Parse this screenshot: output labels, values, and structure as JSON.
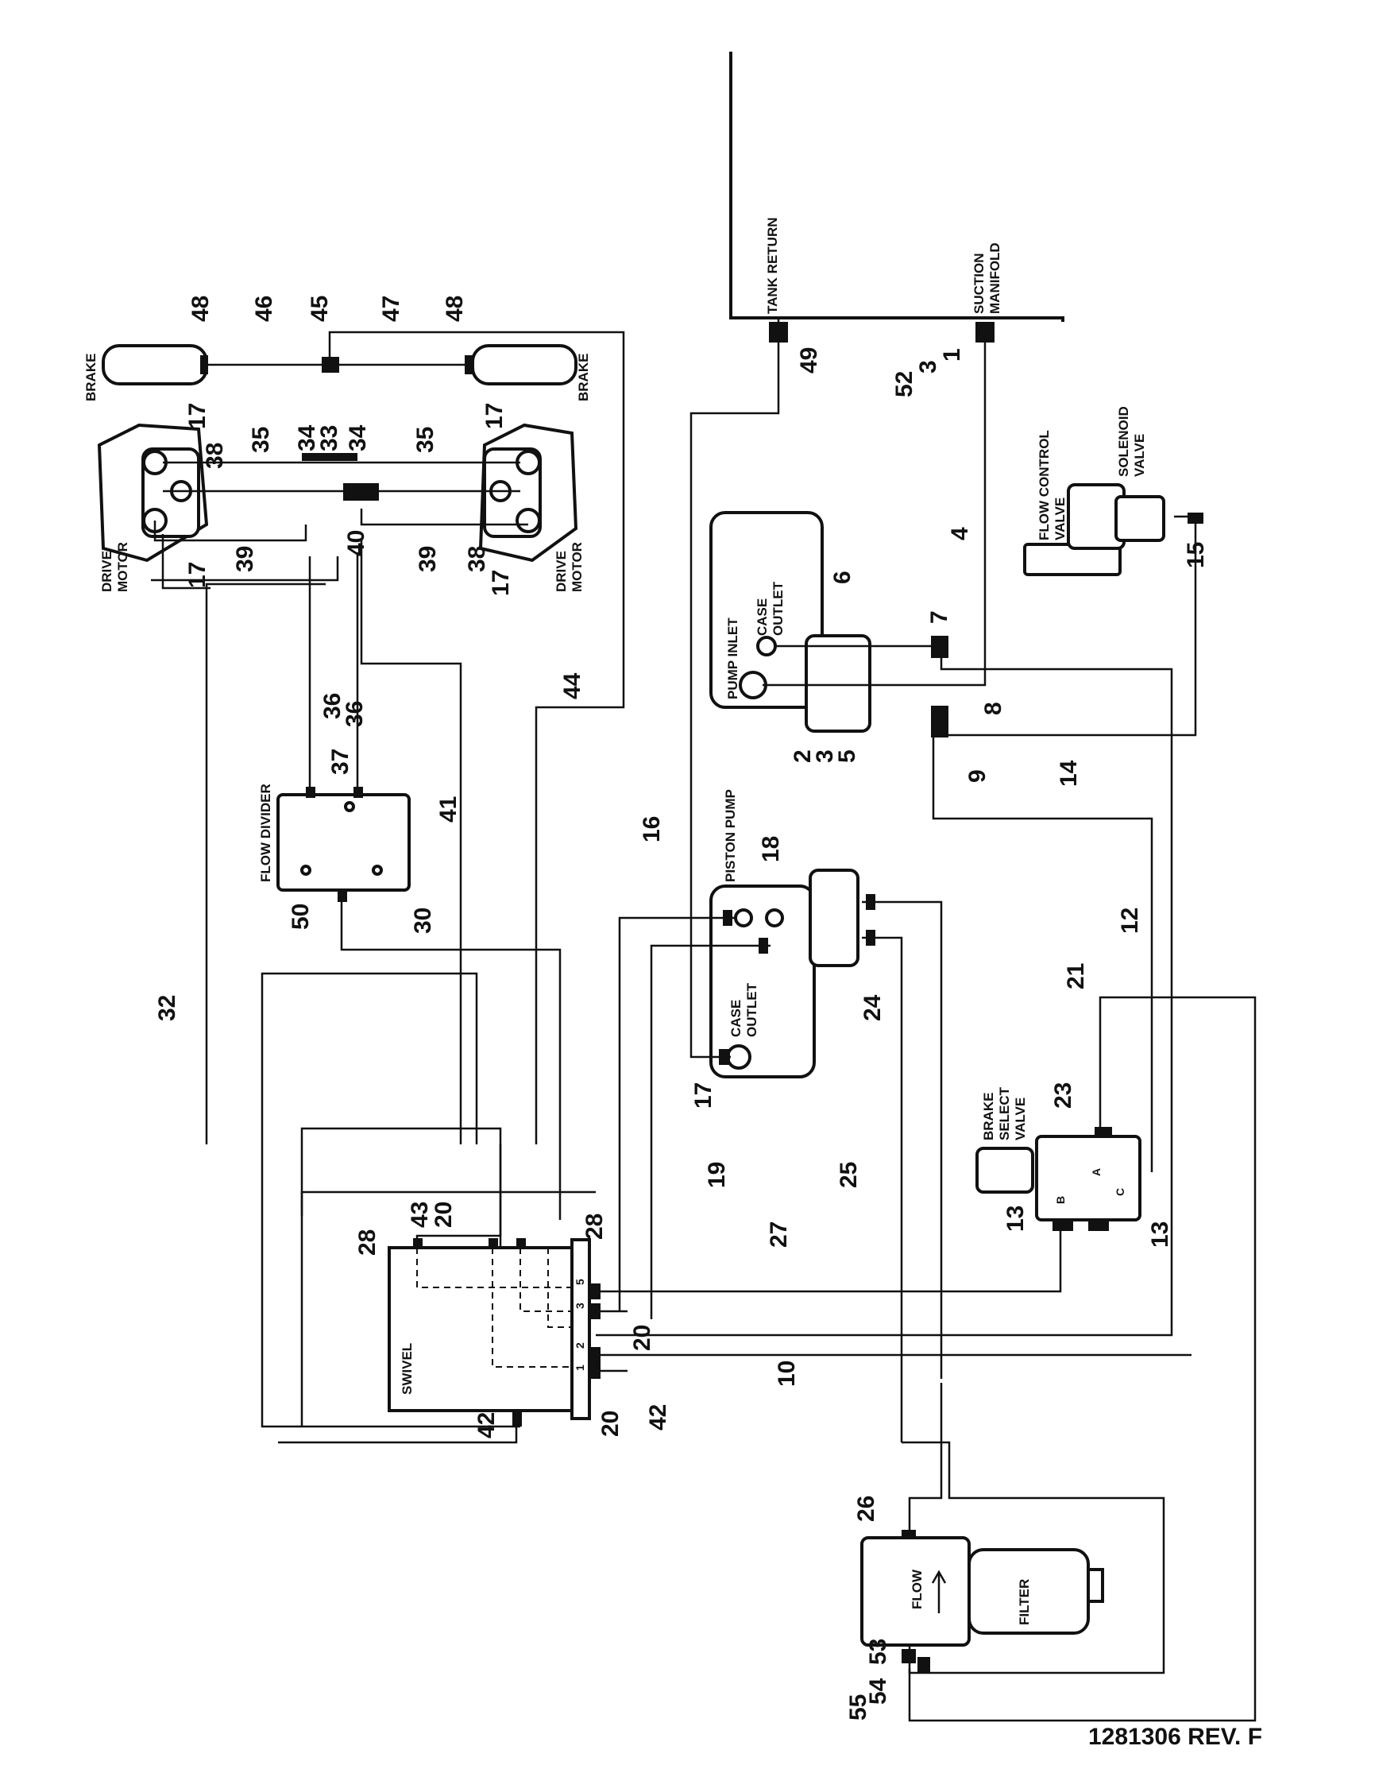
{
  "colors": {
    "ink": "#111111",
    "paper": "#ffffff"
  },
  "revision": "1281306 REV. F",
  "components": {
    "tank_return": "TANK RETURN",
    "suction_manifold": [
      "SUCTION",
      "MANIFOLD"
    ],
    "brake_left": "BRAKE",
    "brake_right": "BRAKE",
    "drive_motor_left": [
      "DRIVE",
      "MOTOR"
    ],
    "drive_motor_right": [
      "DRIVE",
      "MOTOR"
    ],
    "pump_inlet": "PUMP INLET",
    "case_outlet_top": [
      "CASE",
      "OUTLET"
    ],
    "flow_control_valve": [
      "FLOW CONTROL",
      "VALVE"
    ],
    "solenoid_valve": [
      "SOLENOID",
      "VALVE"
    ],
    "flow_divider": "FLOW DIVIDER",
    "piston_pump": "PISTON PUMP",
    "case_outlet_piston": [
      "CASE",
      "OUTLET"
    ],
    "brake_select_valve": [
      "BRAKE",
      "SELECT",
      "VALVE"
    ],
    "swivel": "SWIVEL",
    "filter": "FILTER",
    "flow": "FLOW"
  },
  "ports": {
    "A": "A",
    "B": "B",
    "C": "C",
    "swivel": [
      "5",
      "3",
      "2",
      "1"
    ]
  },
  "callouts": {
    "c48a": "48",
    "c46": "46",
    "c45": "45",
    "c47": "47",
    "c48b": "48",
    "c17a": "17",
    "c38a": "38",
    "c35a": "35",
    "c34a": "34",
    "c33": "33",
    "c34b": "34",
    "c35b": "35",
    "c17b": "17",
    "c39a": "39",
    "c40": "40",
    "c39b": "39",
    "c38b": "38",
    "c17c": "17",
    "c17d": "17",
    "c49": "49",
    "c52": "52",
    "c3a": "3",
    "c1": "1",
    "c4": "4",
    "c6": "6",
    "c7": "7",
    "c8": "8",
    "c9": "9",
    "c2": "2",
    "c3b": "3",
    "c5": "5",
    "c14": "14",
    "c15": "15",
    "c44": "44",
    "c36a": "36",
    "c36b": "36",
    "c37": "37",
    "c41": "41",
    "c50": "50",
    "c30": "30",
    "c32": "32",
    "c16": "16",
    "c18": "18",
    "c12": "12",
    "c21": "21",
    "c24": "24",
    "c17e": "17",
    "c23": "23",
    "c19": "19",
    "c25": "25",
    "c13a": "13",
    "c13b": "13",
    "c28a": "28",
    "c43": "43",
    "c20a": "20",
    "c28b": "28",
    "c27": "27",
    "c20b": "20",
    "c10": "10",
    "c42a": "42",
    "c20c": "20",
    "c42b": "42",
    "c26": "26",
    "c53": "53",
    "c54": "54",
    "c55": "55"
  }
}
